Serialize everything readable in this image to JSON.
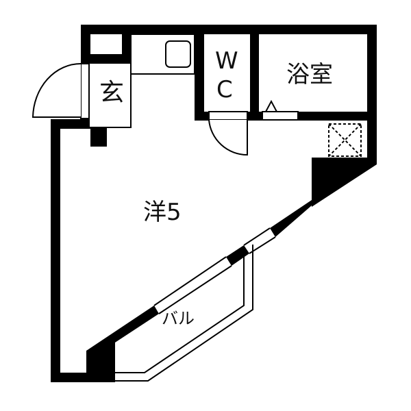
{
  "floor_plan": {
    "rooms": [
      {
        "id": "genkan",
        "label": "玄",
        "meaning": "entrance"
      },
      {
        "id": "wc_w",
        "label": "W"
      },
      {
        "id": "wc_c",
        "label": "C"
      },
      {
        "id": "bath",
        "label": "浴室",
        "meaning": "bathroom"
      },
      {
        "id": "western_room",
        "label": "洋5",
        "meaning": "western-style room 5 jo"
      },
      {
        "id": "balcony",
        "label": "バル",
        "meaning": "balcony"
      }
    ],
    "colors": {
      "wall": "#000000",
      "background": "#ffffff",
      "text": "#111111"
    }
  }
}
